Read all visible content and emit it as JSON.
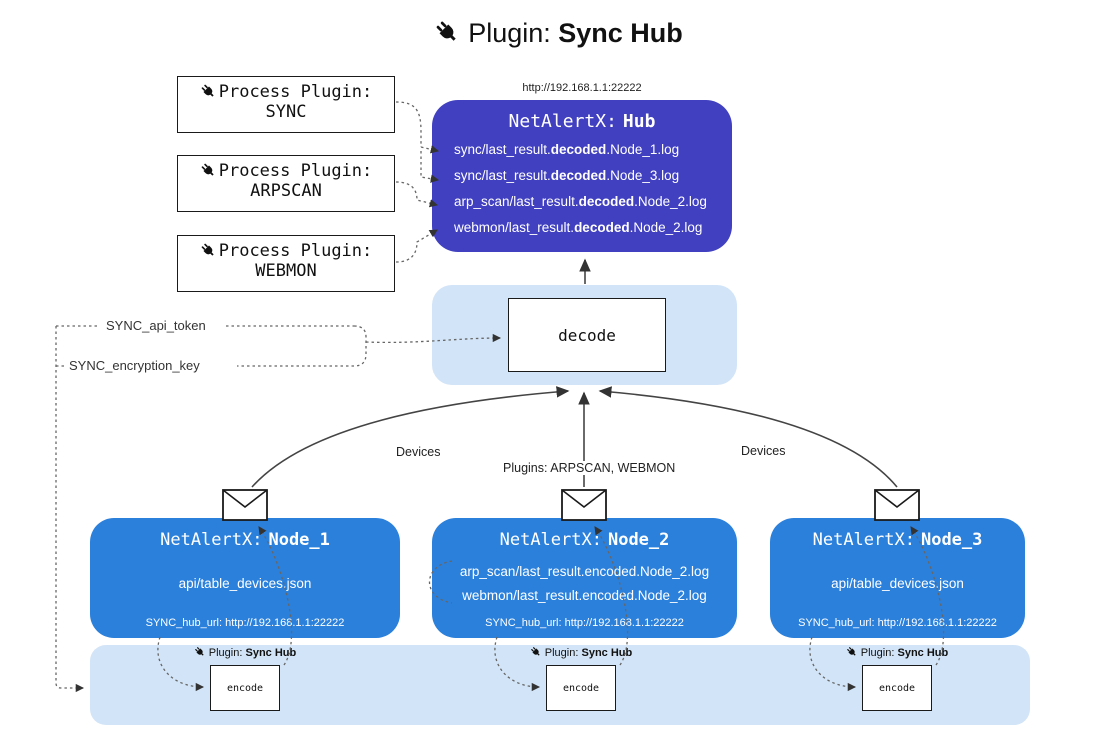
{
  "title": {
    "label": "Plugin:",
    "name": "Sync Hub"
  },
  "colors": {
    "hub_bg": "#4140c0",
    "node_bg": "#2b80dc",
    "panel_bg": "#d2e4f7"
  },
  "hub": {
    "url": "http://192.168.1.1:22222",
    "name_label": "NetAlertX:",
    "name": "Hub",
    "logs": [
      {
        "pre": "sync/last_result.",
        "bold": "decoded",
        "post": ".Node_1.log"
      },
      {
        "pre": "sync/last_result.",
        "bold": "decoded",
        "post": ".Node_3.log"
      },
      {
        "pre": "arp_scan/last_result.",
        "bold": "decoded",
        "post": ".Node_2.log"
      },
      {
        "pre": "webmon/last_result.",
        "bold": "decoded",
        "post": ".Node_2.log"
      }
    ]
  },
  "process_plugins": [
    {
      "label": "Process Plugin:",
      "name": "SYNC"
    },
    {
      "label": "Process Plugin:",
      "name": "ARPSCAN"
    },
    {
      "label": "Process Plugin:",
      "name": "WEBMON"
    }
  ],
  "decode": {
    "label": "decode"
  },
  "settings": {
    "api_token": "SYNC_api_token",
    "encryption_key": "SYNC_encryption_key"
  },
  "flows": {
    "left": "Devices",
    "center": "Plugins: ARPSCAN, WEBMON",
    "right": "Devices"
  },
  "nodes": [
    {
      "name_label": "NetAlertX:",
      "name": "Node_1",
      "files": [
        "api/table_devices.json"
      ],
      "hub_url": "SYNC_hub_url: http://192.168.1.1:22222"
    },
    {
      "name_label": "NetAlertX:",
      "name": "Node_2",
      "files": [
        "arp_scan/last_result.encoded.Node_2.log",
        "webmon/last_result.encoded.Node_2.log"
      ],
      "hub_url": "SYNC_hub_url: http://192.168.1.1:22222"
    },
    {
      "name_label": "NetAlertX:",
      "name": "Node_3",
      "files": [
        "api/table_devices.json"
      ],
      "hub_url": "SYNC_hub_url: http://192.168.1.1:22222"
    }
  ],
  "encoders": {
    "plugin_label": "Plugin:",
    "plugin_name": "Sync Hub",
    "box_label": "encode"
  }
}
